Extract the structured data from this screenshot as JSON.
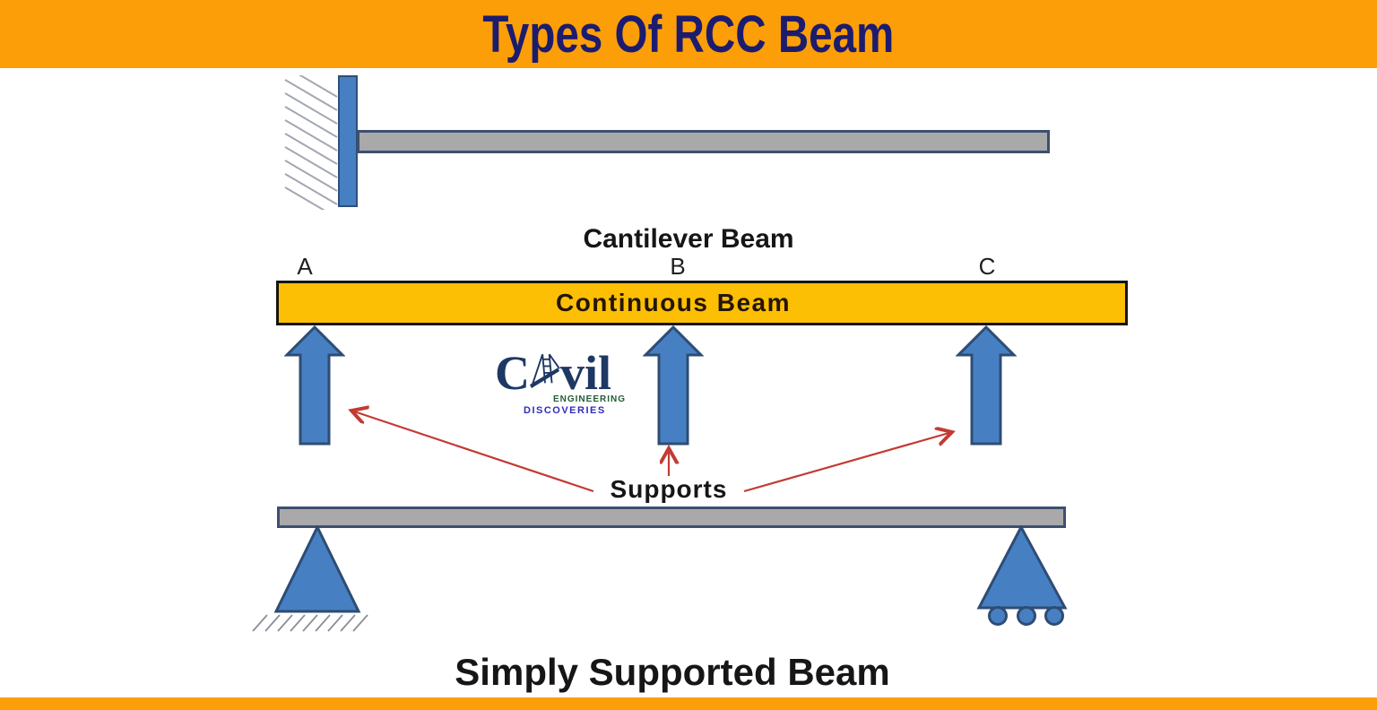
{
  "title": "Types Of RCC Beam",
  "diagram": {
    "cantilever": {
      "label": "Cantilever Beam"
    },
    "continuous": {
      "label": "Continuous Beam",
      "support_points": [
        "A",
        "B",
        "C"
      ],
      "supports_label": "Supports"
    },
    "simply_supported": {
      "label": "Simply Supported Beam"
    }
  },
  "logo": {
    "word_start": "C",
    "word_end": "vil",
    "subtitle": "ENGINEERING",
    "subsubtitle": "DISCOVERIES"
  },
  "colors": {
    "banner_orange": "#FC9E08",
    "title_navy": "#1C1C6E",
    "beam_gray": "#A9A9A9",
    "beam_border": "#3D4F71",
    "beam_yellow": "#FCBF04",
    "support_blue": "#4680C2",
    "support_blue_border": "#2E4C74",
    "arrow_red": "#C23B33",
    "logo_navy": "#1E3864",
    "logo_green": "#235C36",
    "logo_blue": "#2D2DBE"
  }
}
